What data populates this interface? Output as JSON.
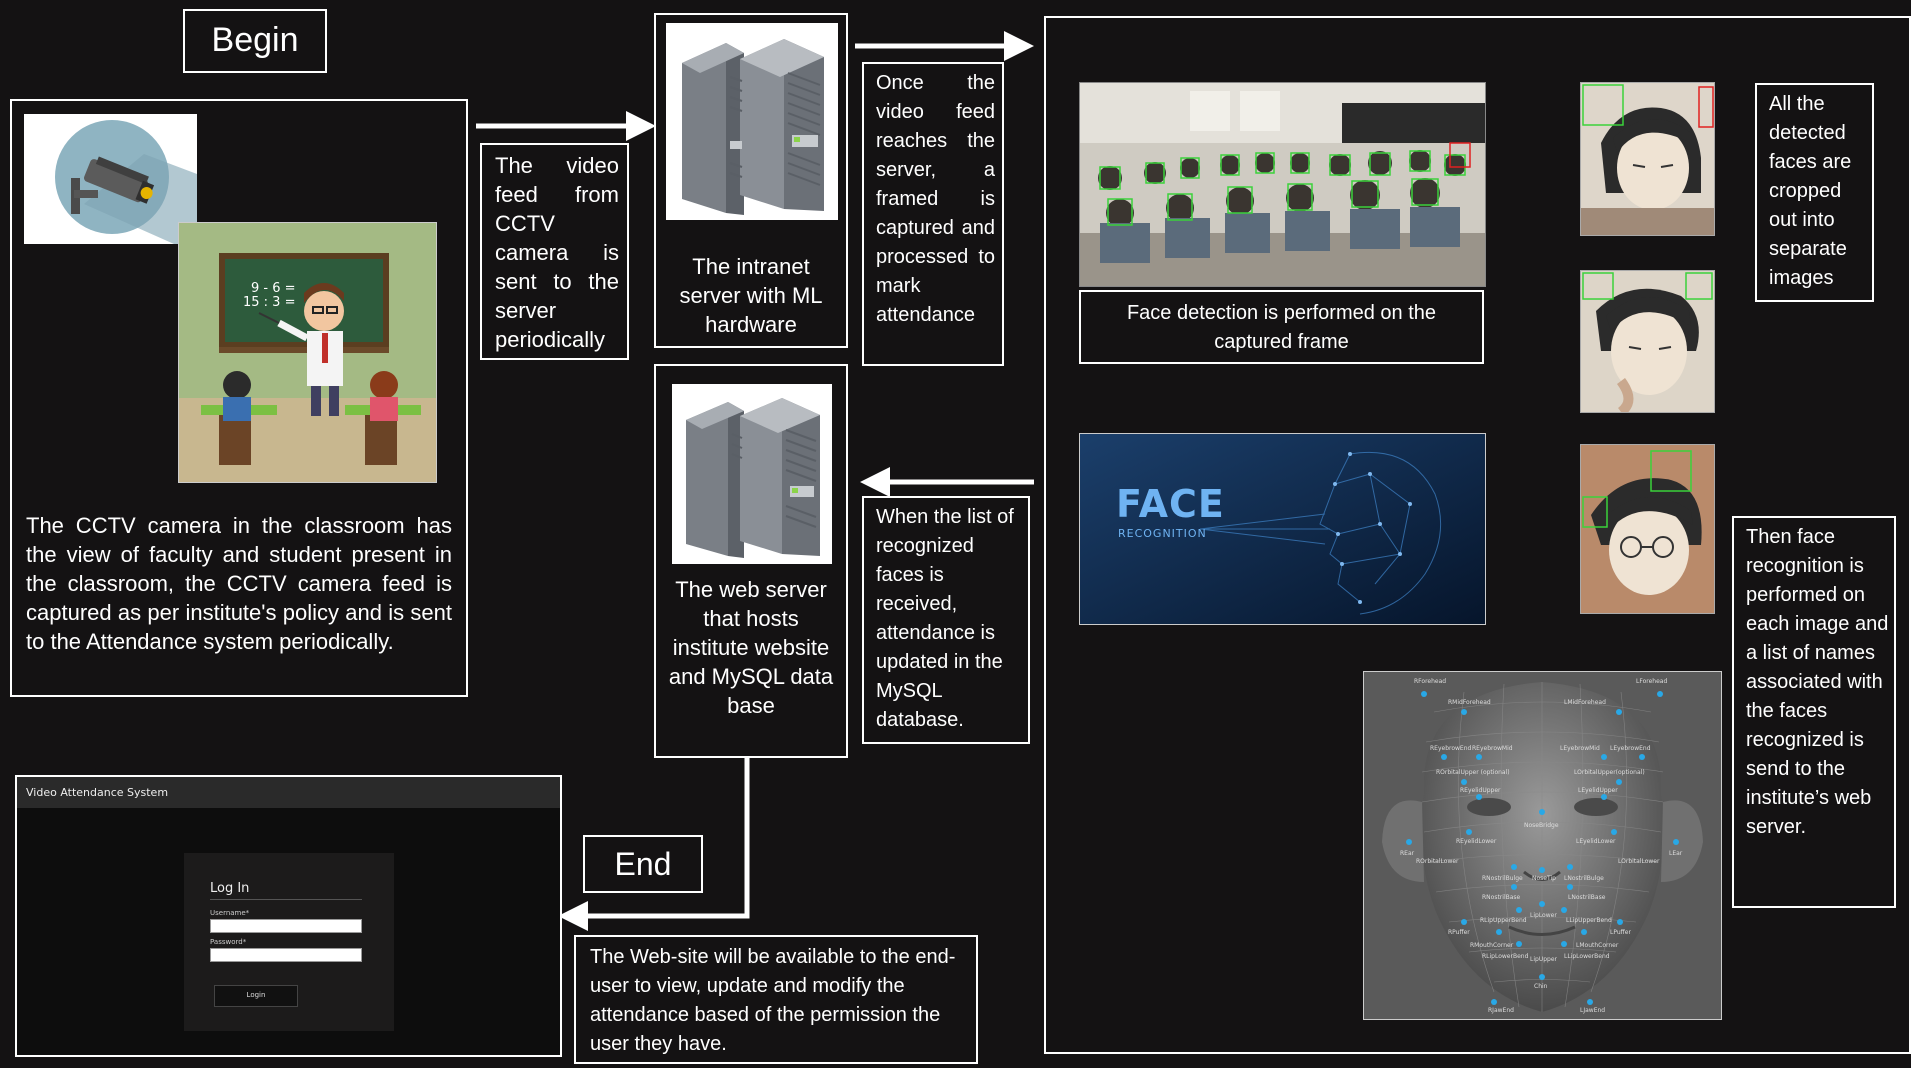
{
  "begin_label": "Begin",
  "end_label": "End",
  "cctv_text": "The CCTV camera in the classroom has the view of faculty and student present in the classroom, the CCTV camera feed is captured as per institute's policy and is sent to the Attendance system periodically.",
  "video_feed_text": "The video feed from CCTV camera is sent to the server periodically",
  "intranet_server_text": "The intranet server with ML hardware",
  "frame_capture_text": "Once the video feed reaches the server, a framed is captured and processed to mark attendance",
  "face_detection_text": "Face detection is performed on the captured frame",
  "cropped_text": "All the detected faces are cropped out into separate images",
  "recognition_text": "Then face recognition is performed on each image and a list of names associated with the faces recognized is send to the institute’s web server.",
  "attendance_update_text": "When the list of recognized faces is received, attendance is updated in the MySQL database.",
  "web_server_text": "The web server that hosts institute website and MySQL data base",
  "website_text": "The Web-site will be available to the end-user to view, update and modify the attendance based of the permission the user they have.",
  "math_board": {
    "line1": "9 - 6 =",
    "line2": "15 : 3 ="
  },
  "face_recognition_banner": {
    "title": "FACE",
    "subtitle": "RECOGNITION"
  },
  "login_app": {
    "window_title": "Video Attendance System",
    "heading": "Log In",
    "username_label": "Username*",
    "password_label": "Password*",
    "button_label": "Login"
  },
  "landmarks": {
    "rforehead": "RForehead",
    "lforehead": "LForehead",
    "rmidforehead": "RMidForehead",
    "lmidforehead": "LMidForehead",
    "reyebrowend": "REyebrowEnd",
    "reyebrowmid": "REyebrowMid",
    "leyebrowmid": "LEyebrowMid",
    "leyebrowend": "LEyebrowEnd",
    "rorbital": "ROrbitalUpper (optional)",
    "lorbital": "LOrbitalUpper(optional)",
    "reyelidupper": "REyelidUpper",
    "leyelidupper": "LEyelidUpper",
    "nosebridge": "NoseBridge",
    "reyelidlower": "REyelidLower",
    "leyelidlower": "LEyelidLower",
    "rear": "REar",
    "lear": "LEar",
    "rorbitallower": "ROrbitalLower",
    "lorbitallower": "LOrbitalLower",
    "rnostrilbulge": "RNostrilBulge",
    "nosetip": "NoseTip",
    "lnostrilbulge": "LNostrilBulge",
    "rnostrilbase": "RNostrilBase",
    "lnostrilbase": "LNostrilBase",
    "liplower": "LipLower",
    "rlipupperbend": "RLipUpperBend",
    "llipupperbend": "LLipUpperBend",
    "rpuffer": "RPuffer",
    "lpuffer": "LPuffer",
    "rmouthcorner": "RMouthCorner",
    "lmouthcorner": "LMouthCorner",
    "rliplowerbend": "RLipLowerBend",
    "lipupper": "LipUpper",
    "lliplowerbend": "LLipLowerBend",
    "chin": "Chin",
    "rjawend": "RJawEnd",
    "ljawend": "LJawEnd"
  },
  "colors": {
    "background": "#141213",
    "box_border": "#ffffff",
    "detection_box": "#3bd23b",
    "landmark_dot": "#29a8e6",
    "face_banner": "#0f2a4d"
  }
}
